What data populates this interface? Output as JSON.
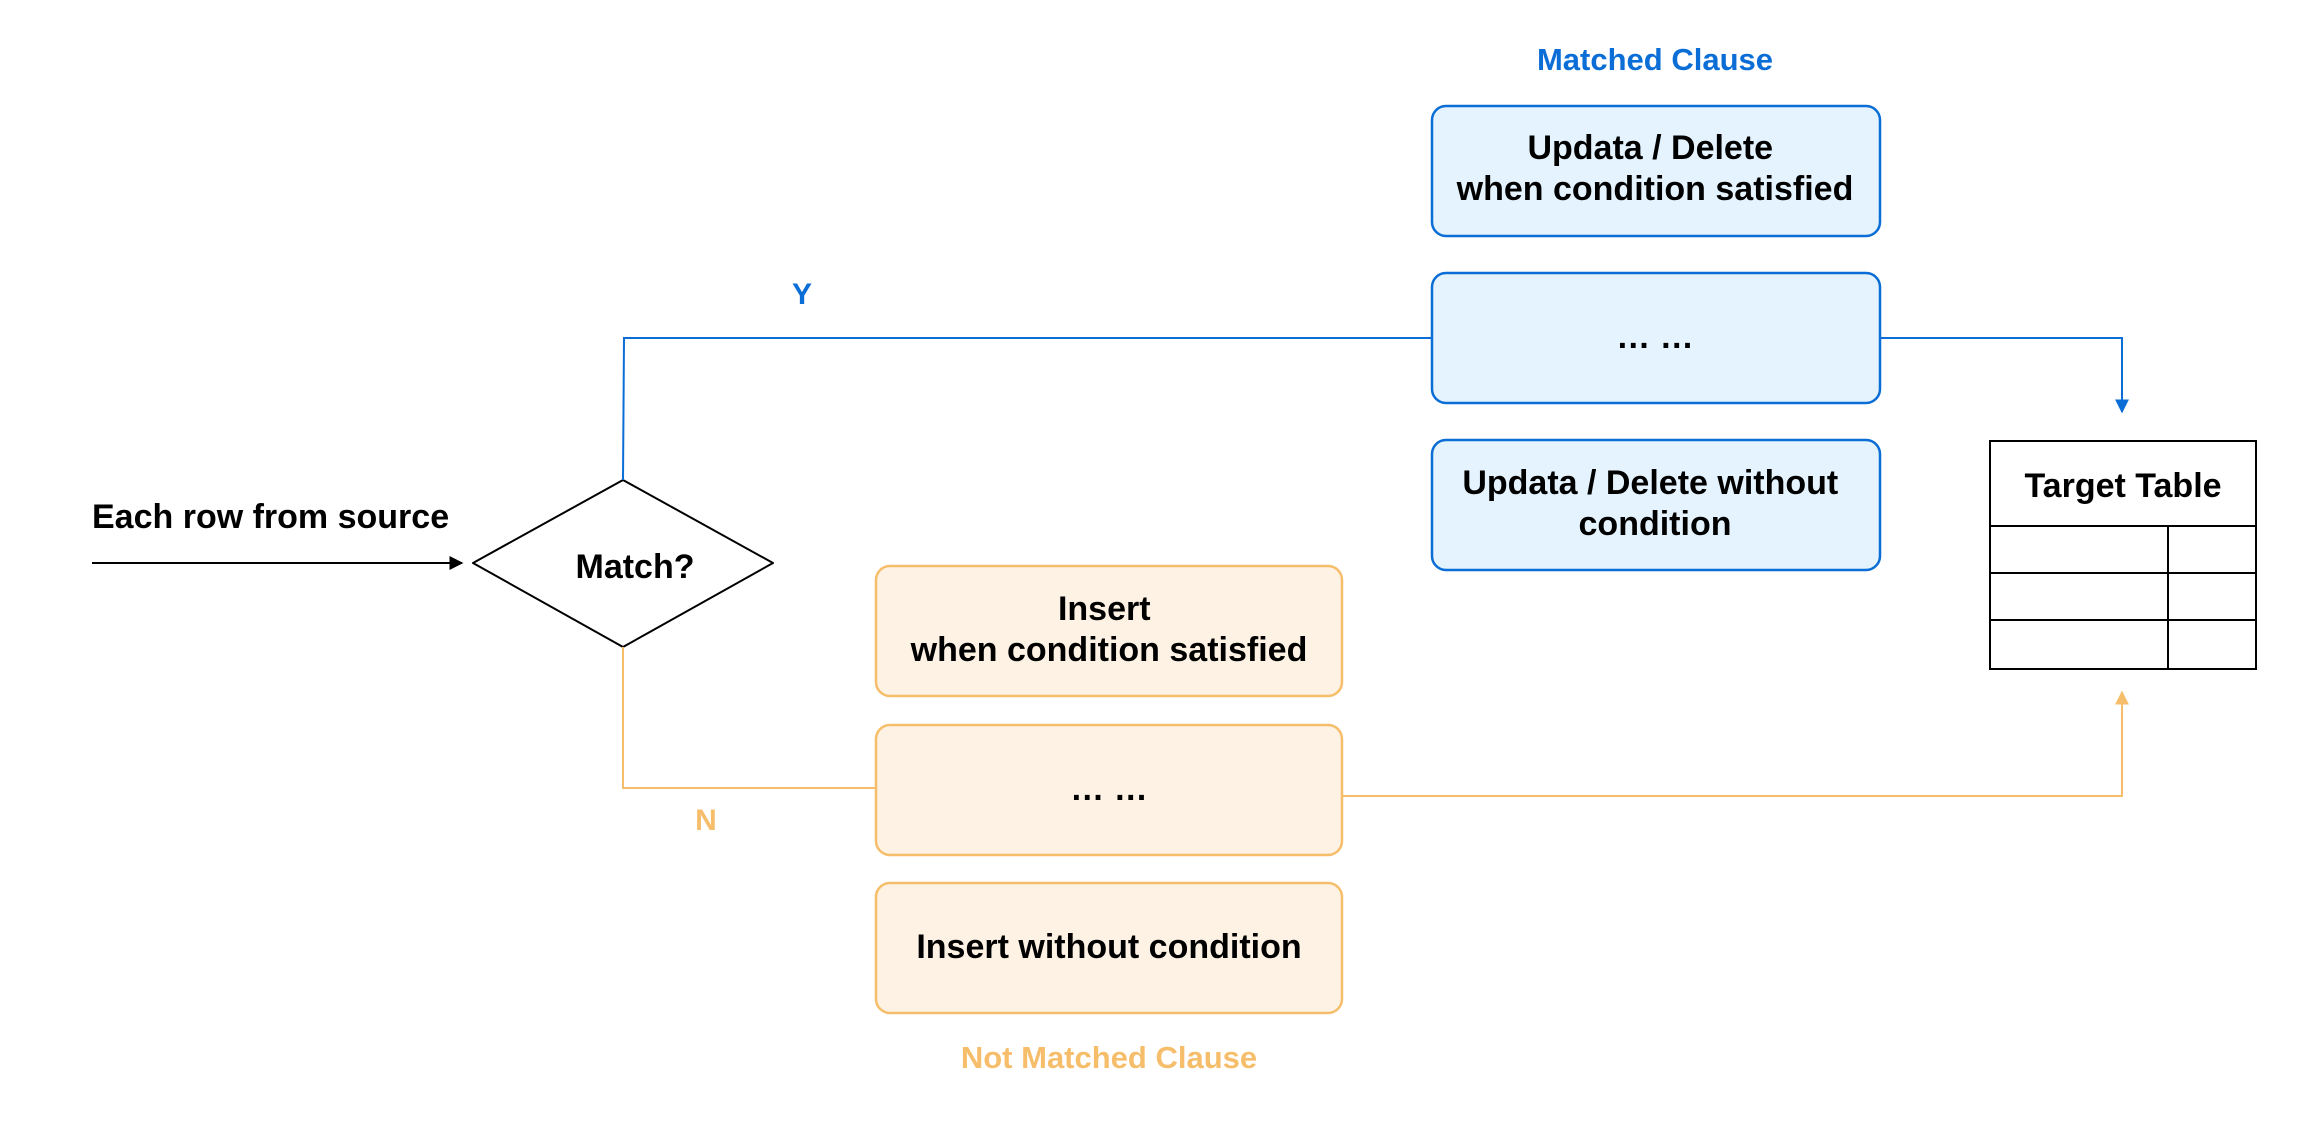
{
  "colors": {
    "matched_accent": "#0B6ED6",
    "matched_fill": "#E4F3FD",
    "not_matched_accent": "#F6BE6A",
    "not_matched_fill": "#FDF2E3",
    "line_dark": "#000000",
    "background": "#FFFFFF"
  },
  "source": {
    "label": "Each  row from source"
  },
  "decision": {
    "label": "Match?",
    "yes_label": "Y",
    "no_label": "N"
  },
  "matched_clause": {
    "title": "Matched Clause",
    "boxes": [
      {
        "lines": [
          "Updata / Delete",
          "when condition satisfied"
        ]
      },
      {
        "lines": [
          "…   …"
        ]
      },
      {
        "lines": [
          "Updata / Delete without",
          "condition"
        ]
      }
    ]
  },
  "not_matched_clause": {
    "title": "Not Matched Clause",
    "boxes": [
      {
        "lines": [
          "Insert",
          "when condition satisfied"
        ]
      },
      {
        "lines": [
          "…   …"
        ]
      },
      {
        "lines": [
          "Insert without condition"
        ]
      }
    ]
  },
  "target_table": {
    "title": "Target Table",
    "rows": 3,
    "columns": 2
  }
}
